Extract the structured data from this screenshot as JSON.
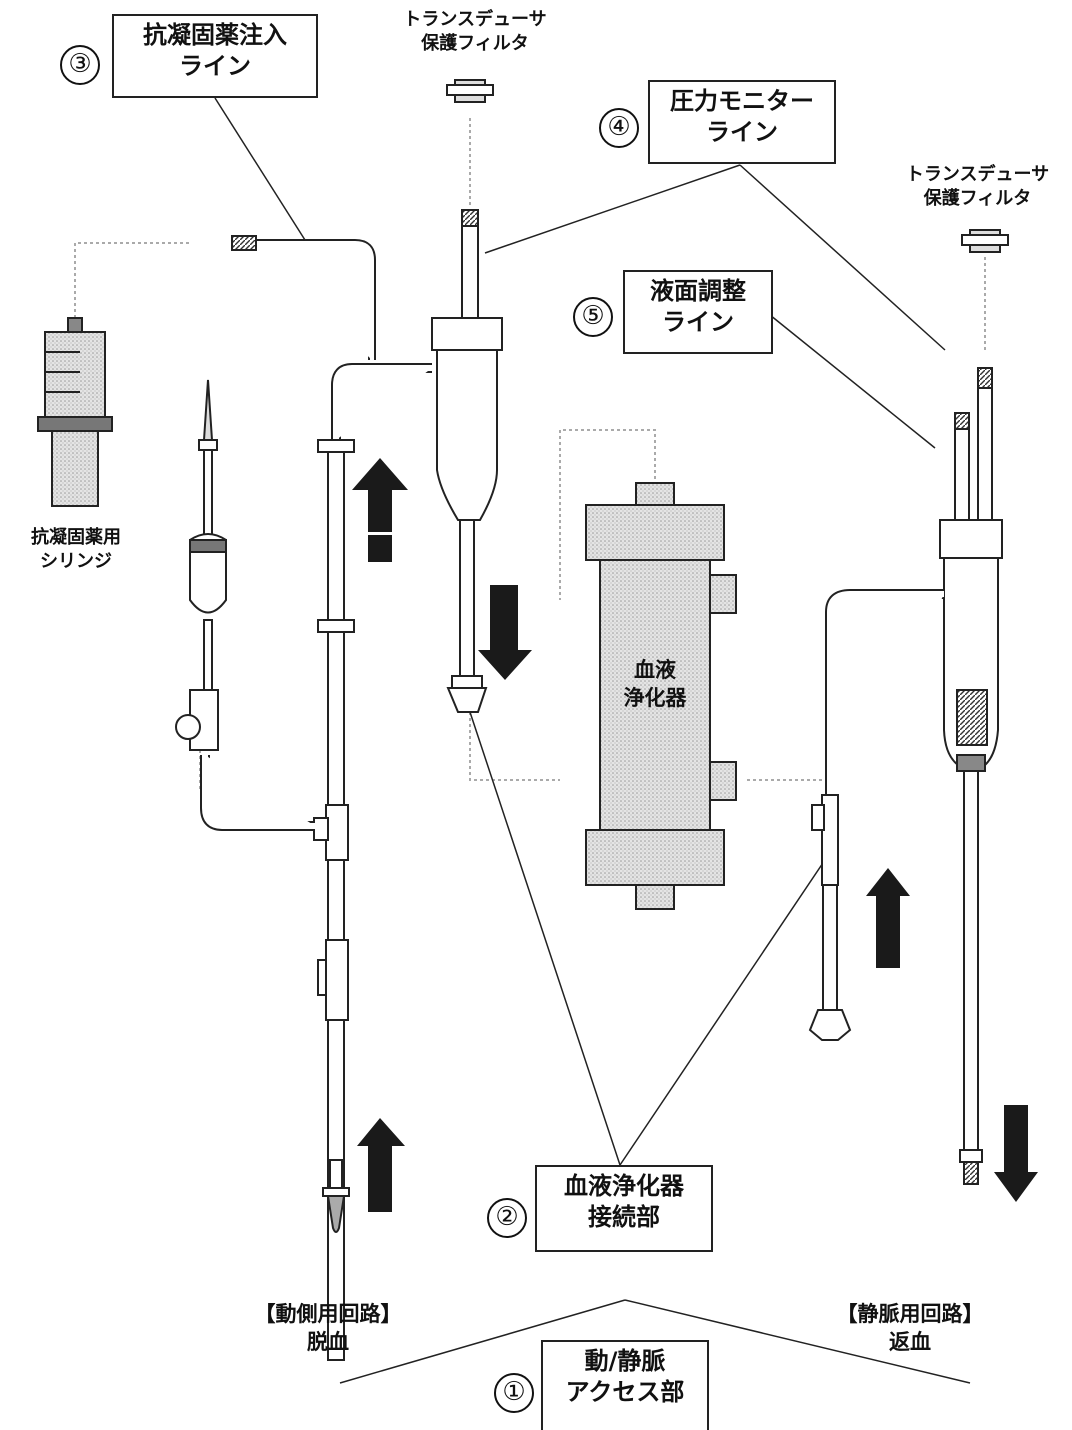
{
  "labels": {
    "access": {
      "number": "①",
      "line1": "動/静脈",
      "line2": "アクセス部"
    },
    "connector": {
      "number": "②",
      "line1": "血液浄化器",
      "line2": "接続部"
    },
    "anticoag_line": {
      "number": "③",
      "line1": "抗凝固薬注入",
      "line2": "ライン"
    },
    "pressure_line": {
      "number": "④",
      "line1": "圧力モニター",
      "line2": "ライン"
    },
    "level_line": {
      "number": "⑤",
      "line1": "液面調整",
      "line2": "ライン"
    },
    "filter_left": {
      "line1": "トランスデューサ",
      "line2": "保護フィルタ"
    },
    "filter_right": {
      "line1": "トランスデューサ",
      "line2": "保護フィルタ"
    },
    "syringe": {
      "line1": "抗凝固薬用",
      "line2": "シリンジ"
    },
    "dialyzer": {
      "line1": "血液",
      "line2": "浄化器"
    },
    "arterial": {
      "line1": "【動側用回路】",
      "line2": "脱血"
    },
    "venous": {
      "line1": "【静脈用回路】",
      "line2": "返血"
    }
  },
  "colors": {
    "line": "#222222",
    "tube": "#ffffff",
    "device": "#cfcfcf",
    "arrow": "#1a1a1a"
  }
}
